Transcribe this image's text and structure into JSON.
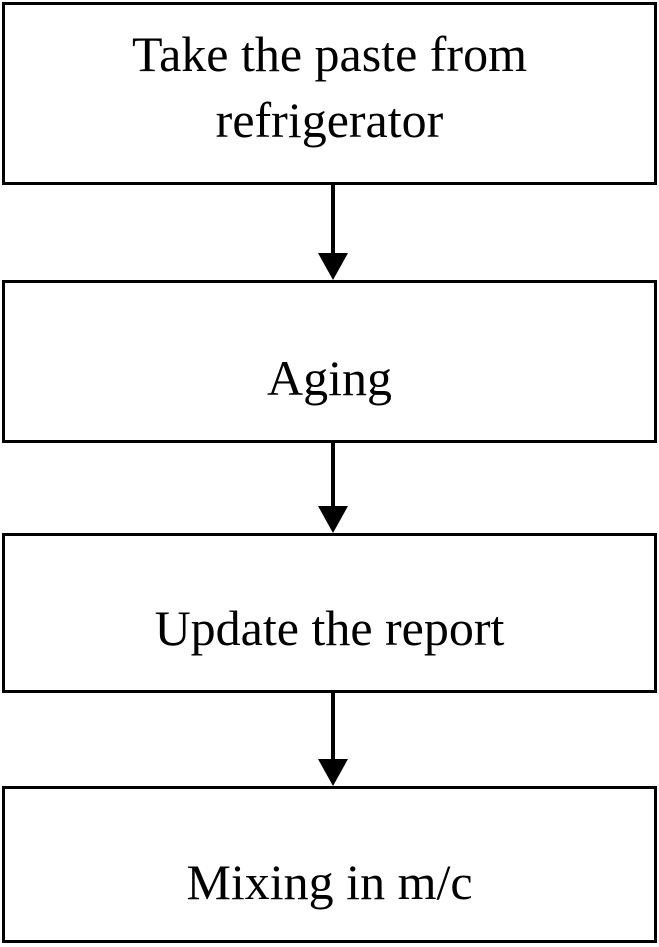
{
  "diagram": {
    "type": "flowchart",
    "direction": "top-down",
    "nodes": [
      {
        "id": "step-1",
        "label": "Take the paste from\nrefrigerator"
      },
      {
        "id": "step-2",
        "label": "Aging"
      },
      {
        "id": "step-3",
        "label": "Update the report"
      },
      {
        "id": "step-4",
        "label": "Mixing in m/c"
      }
    ],
    "edges": [
      {
        "from": "step-1",
        "to": "step-2",
        "type": "arrow-down"
      },
      {
        "from": "step-2",
        "to": "step-3",
        "type": "arrow-down"
      },
      {
        "from": "step-3",
        "to": "step-4",
        "type": "arrow-down"
      }
    ],
    "colors": {
      "background": "#ffffff",
      "box_fill": "#ffffff",
      "box_border": "#000000",
      "text": "#000000",
      "arrow": "#000000"
    }
  }
}
